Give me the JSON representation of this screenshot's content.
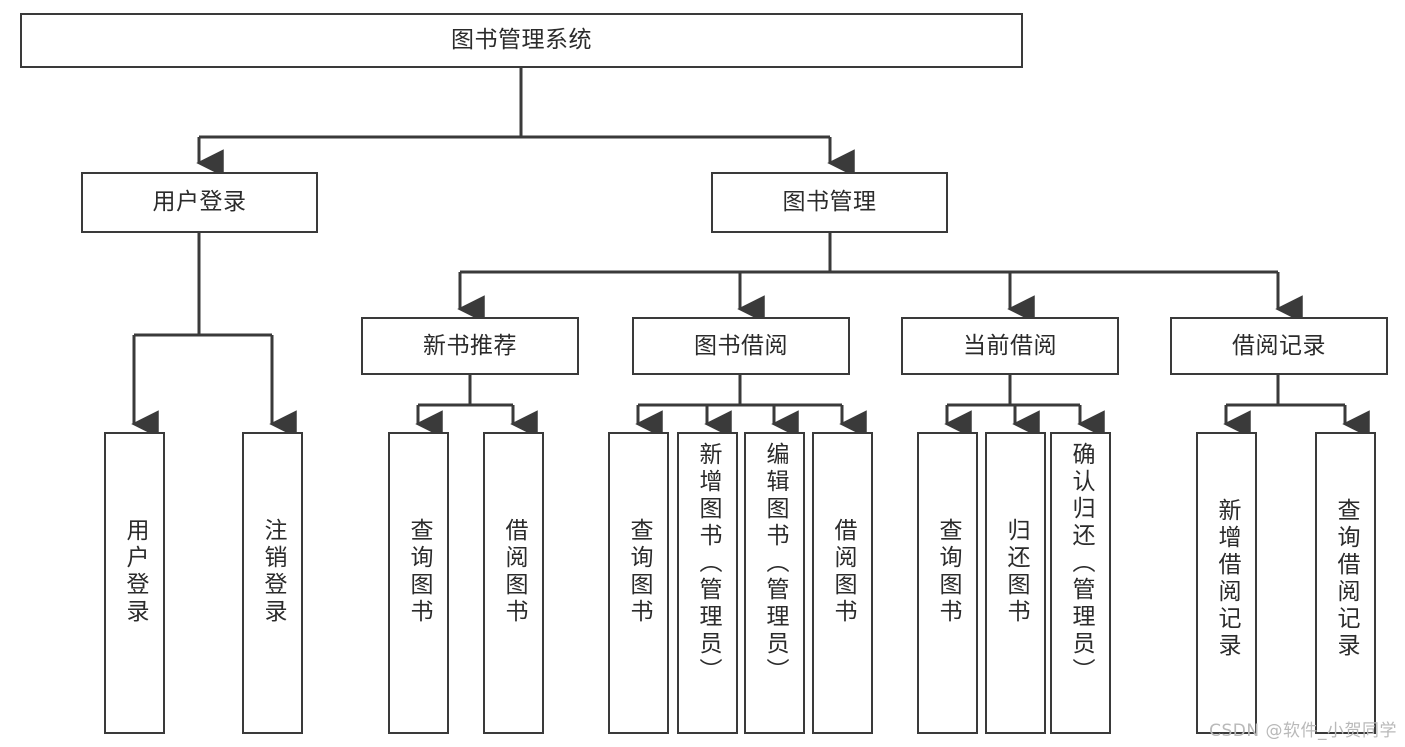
{
  "diagram": {
    "title": "图书管理系统",
    "root": {
      "label": "图书管理系统"
    },
    "level1": [
      {
        "label": "用户登录"
      },
      {
        "label": "图书管理"
      }
    ],
    "level2": [
      {
        "label": "新书推荐"
      },
      {
        "label": "图书借阅"
      },
      {
        "label": "当前借阅"
      },
      {
        "label": "借阅记录"
      }
    ],
    "leaves": {
      "user_login": [
        {
          "label": "用户登录"
        },
        {
          "label": "注销登录"
        }
      ],
      "new_book": [
        {
          "label": "查询图书"
        },
        {
          "label": "借阅图书"
        }
      ],
      "book_borrow": [
        {
          "label": "查询图书"
        },
        {
          "label": "新增图书（管理员）"
        },
        {
          "label": "编辑图书（管理员）"
        },
        {
          "label": "借阅图书"
        }
      ],
      "current_borrow": [
        {
          "label": "查询图书"
        },
        {
          "label": "归还图书"
        },
        {
          "label": "确认归还（管理员）"
        }
      ],
      "borrow_record": [
        {
          "label": "新增借阅记录"
        },
        {
          "label": "查询借阅记录"
        }
      ]
    }
  },
  "watermark": {
    "text": "CSDN @软件_小贺同学"
  },
  "colors": {
    "stroke": "#3a3a3a",
    "background": "#ffffff",
    "text": "#2b2b2b",
    "watermark": "#b9b9b9"
  }
}
